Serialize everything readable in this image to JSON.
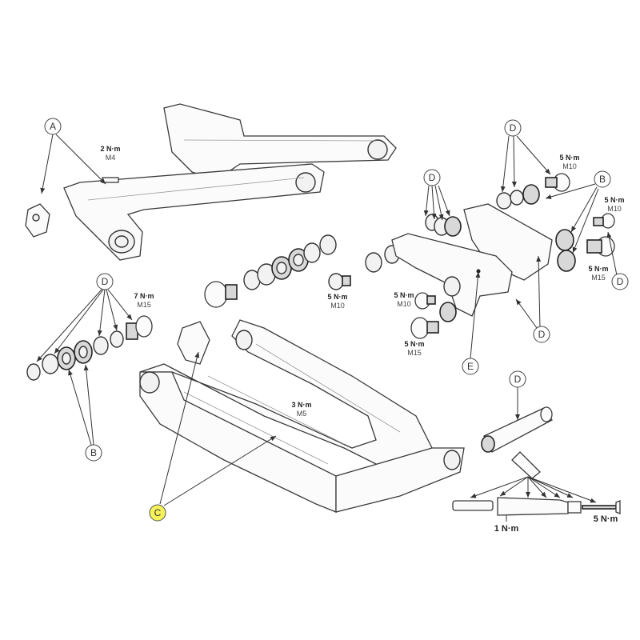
{
  "diagram": {
    "callouts": {
      "a": "A",
      "d_top": "D",
      "b_right": "B",
      "d_right": "D",
      "d_link": "D",
      "d_link_bottom": "D",
      "e": "E",
      "d_left": "D",
      "b_left": "B",
      "c": "C",
      "d_axle": "D"
    },
    "torques": {
      "t1": {
        "torque": "2 N·m",
        "size": "M4"
      },
      "t2": {
        "torque": "5 N·m",
        "size": "M10"
      },
      "t3": {
        "torque": "5 N·m",
        "size": "M10"
      },
      "t4": {
        "torque": "5 N·m",
        "size": "M15"
      },
      "t5": {
        "torque": "5 N·m",
        "size": "M10"
      },
      "t6": {
        "torque": "5 N·m",
        "size": "M10"
      },
      "t7": {
        "torque": "5 N·m",
        "size": "M15"
      },
      "t8": {
        "torque": "7 N·m",
        "size": "M15"
      },
      "t9": {
        "torque": "3 N·m",
        "size": "M5"
      },
      "t10": {
        "torque": "1 N·m"
      },
      "t11": {
        "torque": "5 N·m"
      }
    },
    "highlight_color": "#f5f25a"
  }
}
